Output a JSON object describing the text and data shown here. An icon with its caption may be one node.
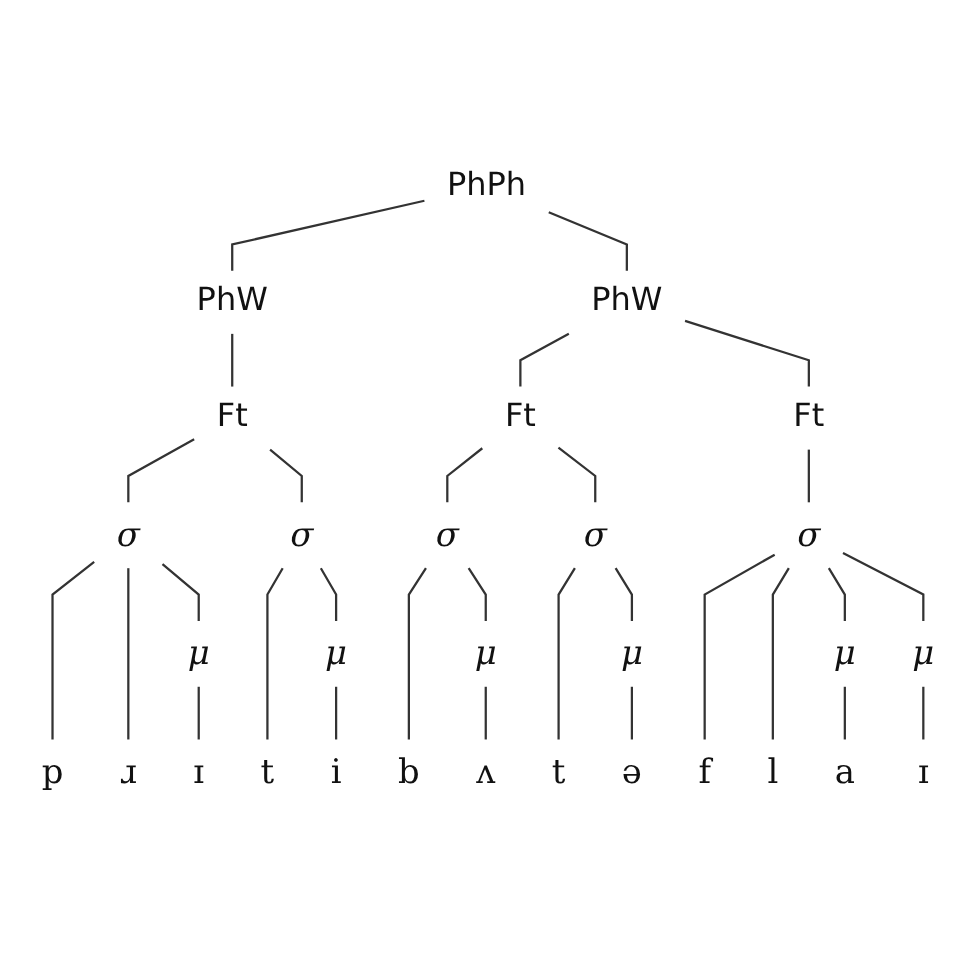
{
  "diagram": {
    "nodes": [
      {
        "text": [
          "PhPh"
        ]
      },
      {
        "text": [
          "PhW"
        ]
      },
      {
        "text": [
          "PhW"
        ]
      },
      {
        "text": [
          "Ft"
        ]
      },
      {
        "text": [
          "Ft"
        ]
      },
      {
        "text": [
          "Ft"
        ]
      },
      {
        "text": [
          "σ"
        ]
      },
      {
        "text": [
          "σ"
        ]
      },
      {
        "text": [
          "σ"
        ]
      },
      {
        "text": [
          "σ"
        ]
      },
      {
        "text": [
          "σ"
        ]
      },
      {
        "text": [
          "μ"
        ]
      },
      {
        "text": [
          "μ"
        ]
      },
      {
        "text": [
          "μ"
        ]
      },
      {
        "text": [
          "μ"
        ]
      },
      {
        "text": [
          "μ"
        ]
      },
      {
        "text": [
          "μ"
        ]
      },
      {
        "text": [
          "p"
        ]
      },
      {
        "text": [
          "ɹ"
        ]
      },
      {
        "text": [
          "ɪ"
        ]
      },
      {
        "text": [
          "t"
        ]
      },
      {
        "text": [
          "i"
        ]
      },
      {
        "text": [
          "b"
        ]
      },
      {
        "text": [
          "ʌ"
        ]
      },
      {
        "text": [
          "t"
        ]
      },
      {
        "text": [
          "ə"
        ]
      },
      {
        "text": [
          "f"
        ]
      },
      {
        "text": [
          "l"
        ]
      },
      {
        "text": [
          "a"
        ]
      },
      {
        "text": [
          "ɪ"
        ]
      }
    ],
    "edges": [
      {
        "from": 0,
        "to": 1,
        "arrow": "none"
      },
      {
        "from": 0,
        "to": 2,
        "arrow": "none"
      },
      {
        "from": 1,
        "to": 3,
        "arrow": "none"
      },
      {
        "from": 2,
        "to": 4,
        "arrow": "none"
      },
      {
        "from": 2,
        "to": 5,
        "arrow": "none"
      },
      {
        "from": 3,
        "to": 6,
        "arrow": "none"
      },
      {
        "from": 3,
        "to": 7,
        "arrow": "none"
      },
      {
        "from": 4,
        "to": 8,
        "arrow": "none"
      },
      {
        "from": 4,
        "to": 9,
        "arrow": "none"
      },
      {
        "from": 5,
        "to": 10,
        "arrow": "none"
      },
      {
        "from": 6,
        "to": 17,
        "arrow": "none"
      },
      {
        "from": 6,
        "to": 18,
        "arrow": "none"
      },
      {
        "from": 6,
        "to": 11,
        "arrow": "none"
      },
      {
        "from": 11,
        "to": 19,
        "arrow": "none"
      },
      {
        "from": 7,
        "to": 20,
        "arrow": "none"
      },
      {
        "from": 7,
        "to": 12,
        "arrow": "none"
      },
      {
        "from": 12,
        "to": 21,
        "arrow": "none"
      },
      {
        "from": 8,
        "to": 22,
        "arrow": "none"
      },
      {
        "from": 8,
        "to": 13,
        "arrow": "none"
      },
      {
        "from": 13,
        "to": 23,
        "arrow": "none"
      },
      {
        "from": 9,
        "to": 24,
        "arrow": "none"
      },
      {
        "from": 9,
        "to": 14,
        "arrow": "none"
      },
      {
        "from": 14,
        "to": 25,
        "arrow": "none"
      },
      {
        "from": 10,
        "to": 26,
        "arrow": "none"
      },
      {
        "from": 10,
        "to": 27,
        "arrow": "none"
      },
      {
        "from": 10,
        "to": 15,
        "arrow": "none"
      },
      {
        "from": 10,
        "to": 16,
        "arrow": "none"
      },
      {
        "from": 15,
        "to": 28,
        "arrow": "none"
      },
      {
        "from": 16,
        "to": 29,
        "arrow": "none"
      }
    ]
  }
}
